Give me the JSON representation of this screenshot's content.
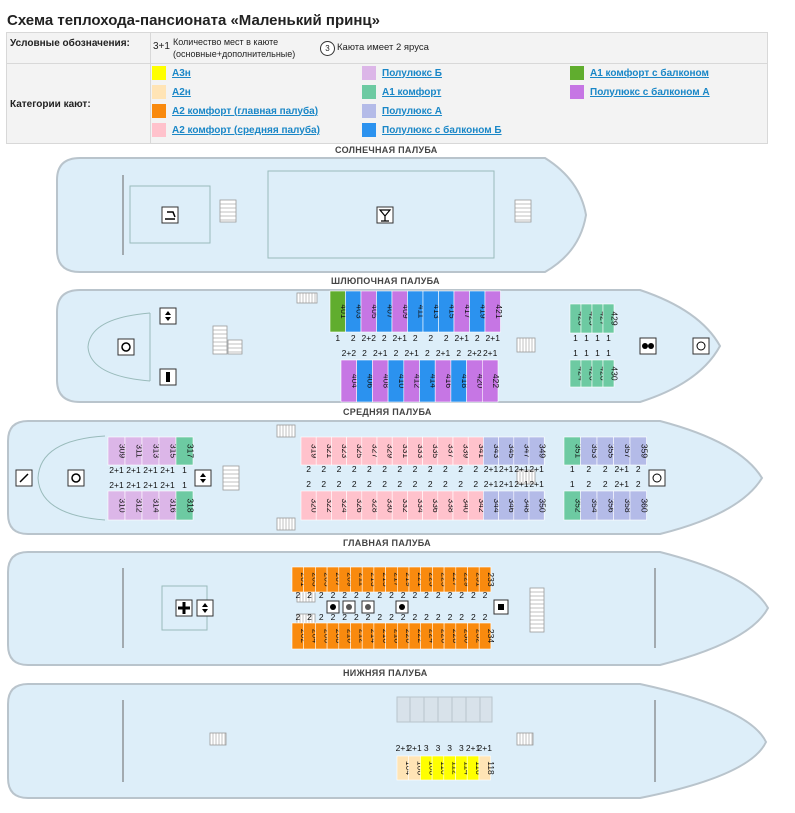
{
  "title": "Схема теплохода-пансионата «Маленький принц»",
  "legend": {
    "symbols_label": "Условные обозначения:",
    "seats_example": "3+1",
    "seats_desc_line1": "Количество мест в каюте",
    "seats_desc_line2": "(основные+дополнительные)",
    "tier_example": "3",
    "tier_desc": "Каюта имеет 2 яруса",
    "categories_label": "Категории кают:",
    "categories": [
      {
        "name": "А3н",
        "color": "#ffff00"
      },
      {
        "name": "А2н",
        "color": "#ffe4b5"
      },
      {
        "name": "А2 комфорт (главная палуба)",
        "color": "#f98a0e"
      },
      {
        "name": "А2 комфорт (средняя палуба)",
        "color": "#ffc2cc"
      },
      {
        "name": "Полулюкс Б",
        "color": "#dcb6e8"
      },
      {
        "name": "А1 комфорт",
        "color": "#6dcaa2"
      },
      {
        "name": "Полулюкс А",
        "color": "#b4bbe8"
      },
      {
        "name": "Полулюкс с балконом Б",
        "color": "#2b92ef"
      },
      {
        "name": "А1 комфорт с балконом",
        "color": "#60ad2e"
      },
      {
        "name": "Полулюкс с балконом А",
        "color": "#c676e4"
      }
    ]
  },
  "decks": {
    "sun": "СОЛНЕЧНАЯ ПАЛУБА",
    "boat": "ШЛЮПОЧНАЯ ПАЛУБА",
    "middle": "СРЕДНЯЯ ПАЛУБА",
    "main": "ГЛАВНАЯ ПАЛУБА",
    "lower": "НИЖНЯЯ ПАЛУБА"
  },
  "icons": [
    "sunbed-icon",
    "bar-icon",
    "lift-icon",
    "wc-icon",
    "restaurant-icon",
    "cinema-icon",
    "library-icon",
    "medic-icon",
    "sauna-icon",
    "wheel-icon"
  ],
  "cabins": {
    "boat_top": [
      {
        "n": "401",
        "c": "#60ad2e",
        "b": "1"
      },
      {
        "n": "403",
        "c": "#2b92ef",
        "b": "2"
      },
      {
        "n": "405",
        "c": "#c676e4",
        "b": "2+2"
      },
      {
        "n": "407",
        "c": "#2b92ef",
        "b": "2"
      },
      {
        "n": "409",
        "c": "#c676e4",
        "b": "2+1"
      },
      {
        "n": "411",
        "c": "#2b92ef",
        "b": "2"
      },
      {
        "n": "413",
        "c": "#2b92ef",
        "b": "2"
      },
      {
        "n": "415",
        "c": "#2b92ef",
        "b": "2"
      },
      {
        "n": "417",
        "c": "#c676e4",
        "b": "2+1"
      },
      {
        "n": "419",
        "c": "#2b92ef",
        "b": "2"
      },
      {
        "n": "421",
        "c": "#c676e4",
        "b": "2+1"
      }
    ],
    "boat_bottom": [
      {
        "n": "404",
        "c": "#c676e4",
        "b": "2+2"
      },
      {
        "n": "406",
        "c": "#2b92ef",
        "b": "2"
      },
      {
        "n": "408",
        "c": "#c676e4",
        "b": "2+1"
      },
      {
        "n": "410",
        "c": "#2b92ef",
        "b": "2"
      },
      {
        "n": "412",
        "c": "#c676e4",
        "b": "2+1"
      },
      {
        "n": "414",
        "c": "#2b92ef",
        "b": "2"
      },
      {
        "n": "416",
        "c": "#c676e4",
        "b": "2+1"
      },
      {
        "n": "418",
        "c": "#2b92ef",
        "b": "2"
      },
      {
        "n": "420",
        "c": "#c676e4",
        "b": "2+2"
      },
      {
        "n": "422",
        "c": "#c676e4",
        "b": "2+1"
      }
    ],
    "boat_bow_top": [
      {
        "n": "423",
        "c": "#6dcaa2",
        "b": "1"
      },
      {
        "n": "425",
        "c": "#6dcaa2",
        "b": "1"
      },
      {
        "n": "427",
        "c": "#6dcaa2",
        "b": "1"
      },
      {
        "n": "429",
        "c": "#6dcaa2",
        "b": "1"
      }
    ],
    "boat_bow_bottom": [
      {
        "n": "424",
        "c": "#6dcaa2",
        "b": "1"
      },
      {
        "n": "426",
        "c": "#6dcaa2",
        "b": "1"
      },
      {
        "n": "428",
        "c": "#6dcaa2",
        "b": "1"
      },
      {
        "n": "430",
        "c": "#6dcaa2",
        "b": "1"
      }
    ],
    "mid_aft_top": [
      {
        "n": "309",
        "c": "#dcb6e8",
        "b": "2+1"
      },
      {
        "n": "311",
        "c": "#dcb6e8",
        "b": "2+1"
      },
      {
        "n": "313",
        "c": "#dcb6e8",
        "b": "2+1"
      },
      {
        "n": "315",
        "c": "#dcb6e8",
        "b": "2+1"
      },
      {
        "n": "317",
        "c": "#6dcaa2",
        "b": "1"
      }
    ],
    "mid_aft_bottom": [
      {
        "n": "310",
        "c": "#dcb6e8",
        "b": "2+1"
      },
      {
        "n": "312",
        "c": "#dcb6e8",
        "b": "2+1"
      },
      {
        "n": "314",
        "c": "#dcb6e8",
        "b": "2+1"
      },
      {
        "n": "316",
        "c": "#dcb6e8",
        "b": "2+1"
      },
      {
        "n": "318",
        "c": "#6dcaa2",
        "b": "1"
      }
    ],
    "mid_top": [
      {
        "n": "319",
        "c": "#ffc2cc",
        "b": "2"
      },
      {
        "n": "321",
        "c": "#ffc2cc",
        "b": "2"
      },
      {
        "n": "323",
        "c": "#ffc2cc",
        "b": "2"
      },
      {
        "n": "325",
        "c": "#ffc2cc",
        "b": "2"
      },
      {
        "n": "327",
        "c": "#ffc2cc",
        "b": "2"
      },
      {
        "n": "329",
        "c": "#ffc2cc",
        "b": "2"
      },
      {
        "n": "331",
        "c": "#ffc2cc",
        "b": "2"
      },
      {
        "n": "333",
        "c": "#ffc2cc",
        "b": "2"
      },
      {
        "n": "335",
        "c": "#ffc2cc",
        "b": "2"
      },
      {
        "n": "337",
        "c": "#ffc2cc",
        "b": "2"
      },
      {
        "n": "339",
        "c": "#ffc2cc",
        "b": "2"
      },
      {
        "n": "341",
        "c": "#ffc2cc",
        "b": "2"
      },
      {
        "n": "343",
        "c": "#b4bbe8",
        "b": "2+1"
      },
      {
        "n": "345",
        "c": "#b4bbe8",
        "b": "2+1"
      },
      {
        "n": "347",
        "c": "#b4bbe8",
        "b": "2+1"
      },
      {
        "n": "349",
        "c": "#b4bbe8",
        "b": "2+1"
      }
    ],
    "mid_bottom": [
      {
        "n": "320",
        "c": "#ffc2cc",
        "b": "2"
      },
      {
        "n": "322",
        "c": "#ffc2cc",
        "b": "2"
      },
      {
        "n": "324",
        "c": "#ffc2cc",
        "b": "2"
      },
      {
        "n": "326",
        "c": "#ffc2cc",
        "b": "2"
      },
      {
        "n": "328",
        "c": "#ffc2cc",
        "b": "2"
      },
      {
        "n": "330",
        "c": "#ffc2cc",
        "b": "2"
      },
      {
        "n": "332",
        "c": "#ffc2cc",
        "b": "2"
      },
      {
        "n": "334",
        "c": "#ffc2cc",
        "b": "2"
      },
      {
        "n": "336",
        "c": "#ffc2cc",
        "b": "2"
      },
      {
        "n": "338",
        "c": "#ffc2cc",
        "b": "2"
      },
      {
        "n": "340",
        "c": "#ffc2cc",
        "b": "2"
      },
      {
        "n": "342",
        "c": "#ffc2cc",
        "b": "2"
      },
      {
        "n": "344",
        "c": "#b4bbe8",
        "b": "2+1"
      },
      {
        "n": "346",
        "c": "#b4bbe8",
        "b": "2+1"
      },
      {
        "n": "348",
        "c": "#b4bbe8",
        "b": "2+1"
      },
      {
        "n": "350",
        "c": "#b4bbe8",
        "b": "2+1"
      }
    ],
    "mid_bow_top": [
      {
        "n": "351",
        "c": "#6dcaa2",
        "b": "1"
      },
      {
        "n": "353",
        "c": "#b4bbe8",
        "b": "2"
      },
      {
        "n": "355",
        "c": "#b4bbe8",
        "b": "2"
      },
      {
        "n": "357",
        "c": "#b4bbe8",
        "b": "2+1"
      },
      {
        "n": "359",
        "c": "#b4bbe8",
        "b": "2"
      }
    ],
    "mid_bow_bottom": [
      {
        "n": "352",
        "c": "#6dcaa2",
        "b": "1"
      },
      {
        "n": "354",
        "c": "#b4bbe8",
        "b": "2"
      },
      {
        "n": "356",
        "c": "#b4bbe8",
        "b": "2"
      },
      {
        "n": "358",
        "c": "#b4bbe8",
        "b": "2+1"
      },
      {
        "n": "360",
        "c": "#b4bbe8",
        "b": "2"
      }
    ],
    "main_top": [
      {
        "n": "201",
        "c": "#f98a0e",
        "b": "2"
      },
      {
        "n": "203",
        "c": "#f98a0e",
        "b": "2"
      },
      {
        "n": "205",
        "c": "#f98a0e",
        "b": "2"
      },
      {
        "n": "207",
        "c": "#f98a0e",
        "b": "2"
      },
      {
        "n": "209",
        "c": "#f98a0e",
        "b": "2"
      },
      {
        "n": "211",
        "c": "#f98a0e",
        "b": "2"
      },
      {
        "n": "213",
        "c": "#f98a0e",
        "b": "2"
      },
      {
        "n": "215",
        "c": "#f98a0e",
        "b": "2"
      },
      {
        "n": "217",
        "c": "#f98a0e",
        "b": "2"
      },
      {
        "n": "219",
        "c": "#f98a0e",
        "b": "2"
      },
      {
        "n": "221",
        "c": "#f98a0e",
        "b": "2"
      },
      {
        "n": "223",
        "c": "#f98a0e",
        "b": "2"
      },
      {
        "n": "225",
        "c": "#f98a0e",
        "b": "2"
      },
      {
        "n": "227",
        "c": "#f98a0e",
        "b": "2"
      },
      {
        "n": "229",
        "c": "#f98a0e",
        "b": "2"
      },
      {
        "n": "231",
        "c": "#f98a0e",
        "b": "2"
      },
      {
        "n": "233",
        "c": "#f98a0e",
        "b": "2"
      }
    ],
    "main_bottom": [
      {
        "n": "202",
        "c": "#f98a0e",
        "b": "2"
      },
      {
        "n": "204",
        "c": "#f98a0e",
        "b": "2"
      },
      {
        "n": "206",
        "c": "#f98a0e",
        "b": "2"
      },
      {
        "n": "208",
        "c": "#f98a0e",
        "b": "2"
      },
      {
        "n": "210",
        "c": "#f98a0e",
        "b": "2"
      },
      {
        "n": "212",
        "c": "#f98a0e",
        "b": "2"
      },
      {
        "n": "214",
        "c": "#f98a0e",
        "b": "2"
      },
      {
        "n": "216",
        "c": "#f98a0e",
        "b": "2"
      },
      {
        "n": "218",
        "c": "#f98a0e",
        "b": "2"
      },
      {
        "n": "220",
        "c": "#f98a0e",
        "b": "2"
      },
      {
        "n": "222",
        "c": "#f98a0e",
        "b": "2"
      },
      {
        "n": "224",
        "c": "#f98a0e",
        "b": "2"
      },
      {
        "n": "226",
        "c": "#f98a0e",
        "b": "2"
      },
      {
        "n": "228",
        "c": "#f98a0e",
        "b": "2"
      },
      {
        "n": "230",
        "c": "#f98a0e",
        "b": "2"
      },
      {
        "n": "232",
        "c": "#f98a0e",
        "b": "2"
      },
      {
        "n": "234",
        "c": "#f98a0e",
        "b": "2"
      }
    ],
    "lower": [
      {
        "n": "104",
        "c": "#ffe4b5",
        "b": "2+1"
      },
      {
        "n": "106",
        "c": "#ffe4b5",
        "b": "2+1"
      },
      {
        "n": "108",
        "c": "#ffff00",
        "b": "3"
      },
      {
        "n": "110",
        "c": "#ffff00",
        "b": "3"
      },
      {
        "n": "112",
        "c": "#ffff00",
        "b": "3"
      },
      {
        "n": "114",
        "c": "#ffff00",
        "b": "3"
      },
      {
        "n": "116",
        "c": "#ffff00",
        "b": "2+1"
      },
      {
        "n": "118",
        "c": "#ffe4b5",
        "b": "2+1"
      }
    ]
  }
}
